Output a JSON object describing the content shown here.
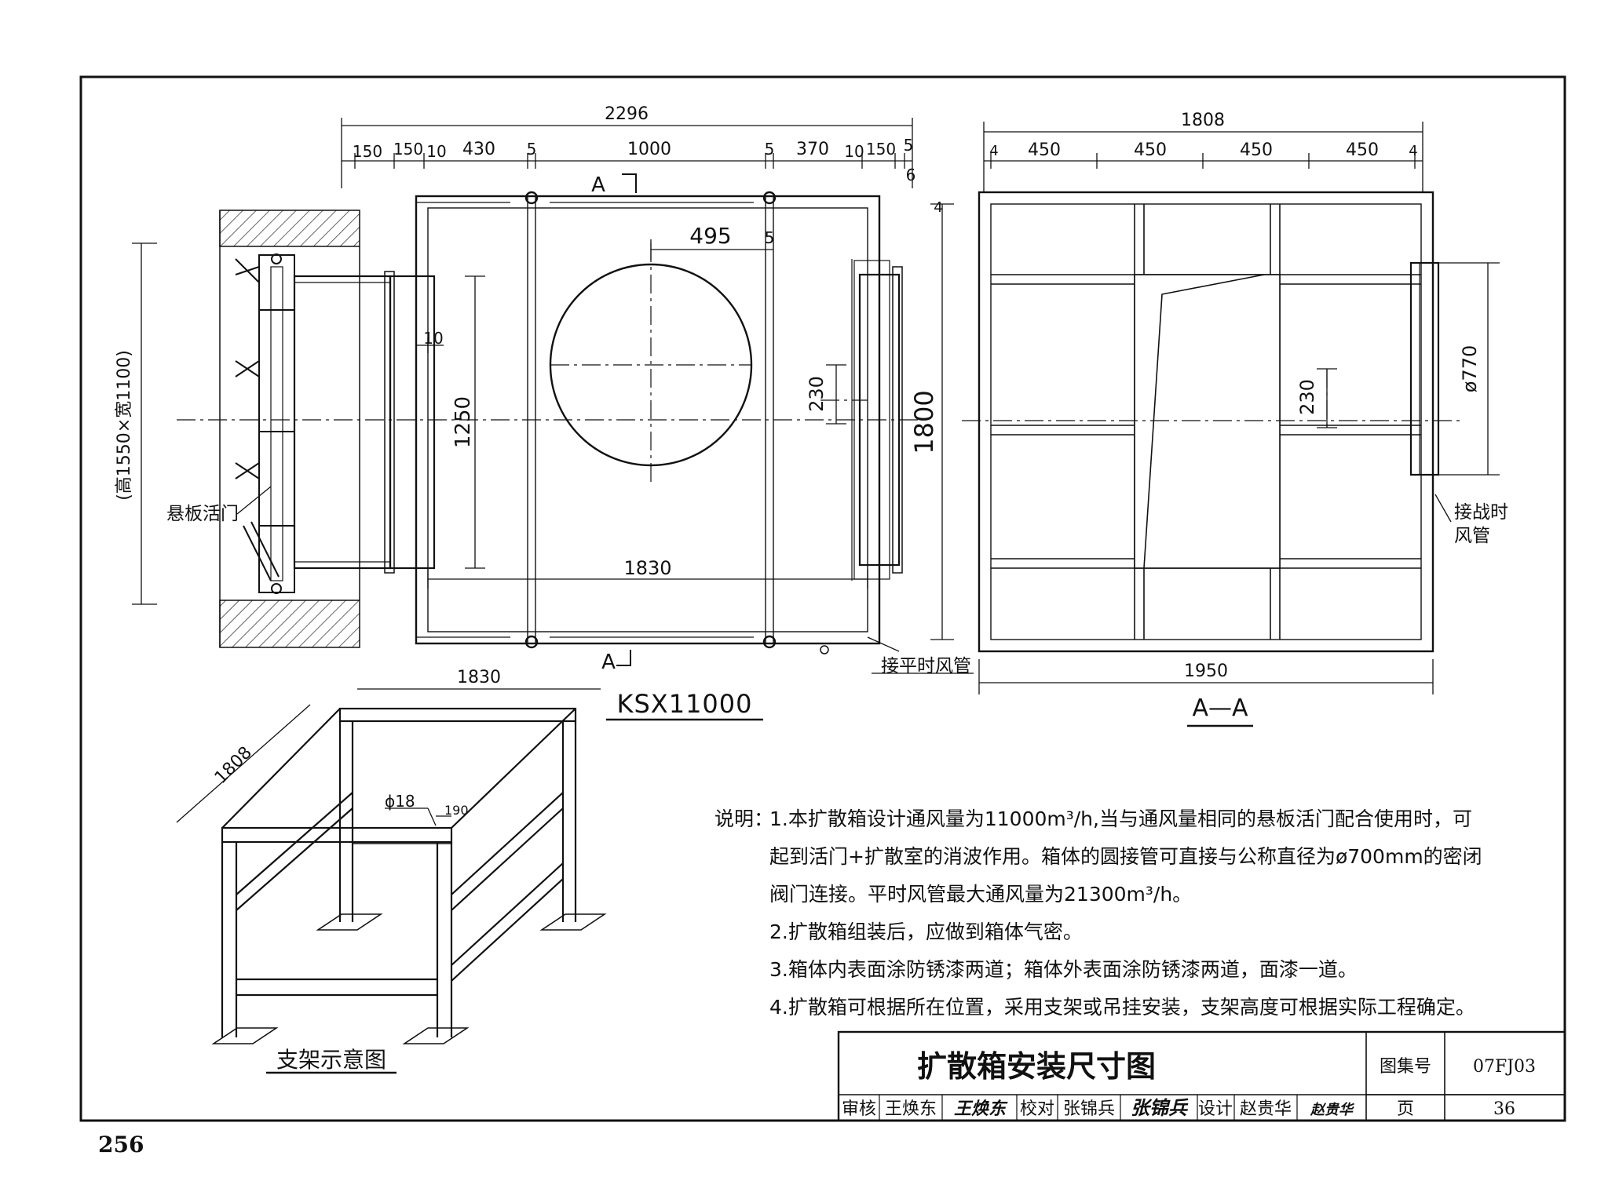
{
  "page_number": "256",
  "title_block": {
    "drawing_title": "扩散箱安装尺寸图",
    "atlas_label": "图集号",
    "atlas_code": "07FJ03",
    "page_label": "页",
    "page_value": "36",
    "review_label": "审核",
    "reviewer": "王焕东",
    "reviewer_signature": "王焕东",
    "check_label": "校对",
    "checker": "张锦兵",
    "checker_signature": "张锦兵",
    "design_label": "设计",
    "designer": "赵贵华",
    "designer_signature": "赵贵华"
  },
  "plan_view": {
    "model_label": "KSX11000",
    "section_mark_top": "A",
    "section_mark_bottom": "A",
    "dim_overall": "2296",
    "dim_row": [
      "150",
      "150",
      "10",
      "430",
      "5",
      "1000",
      "5",
      "370",
      "10",
      "150",
      "5",
      "6"
    ],
    "dim_circle_offset": "495",
    "dim_5_side": "5",
    "dim_10": "10",
    "dim_1250": "1250",
    "dim_230": "230",
    "dim_1800": "1800",
    "dim_1830": "1830",
    "dim_4": "4",
    "wall_opening_label": "(高1550×宽1100)",
    "valve_label": "悬板活门",
    "pipe_label": "接平时风管"
  },
  "section_view": {
    "section_label": "A—A",
    "dim_overall": "1808",
    "dim_row": [
      "4",
      "450",
      "450",
      "450",
      "450",
      "4"
    ],
    "dim_230": "230",
    "dim_diameter": "ø770",
    "dim_bottom": "1950",
    "pipe_label_line1": "接战时",
    "pipe_label_line2": "风管"
  },
  "support_view": {
    "caption": "支架示意图",
    "dim_length": "1830",
    "dim_width": "1808",
    "dim_phi": "ϕ18",
    "dim_190": "190"
  },
  "notes": {
    "heading": "说明：",
    "line1": "1.本扩散箱设计通风量为11000m³/h,当与通风量相同的悬板活门配合使用时，可",
    "line2": "起到活门+扩散室的消波作用。箱体的圆接管可直接与公称直径为ø700mm的密闭",
    "line3": "阀门连接。平时风管最大通风量为21300m³/h。",
    "line4": "2.扩散箱组装后，应做到箱体气密。",
    "line5": "3.箱体内表面涂防锈漆两道；箱体外表面涂防锈漆两道，面漆一道。",
    "line6": "4.扩散箱可根据所在位置，采用支架或吊挂安装，支架高度可根据实际工程确定。"
  }
}
